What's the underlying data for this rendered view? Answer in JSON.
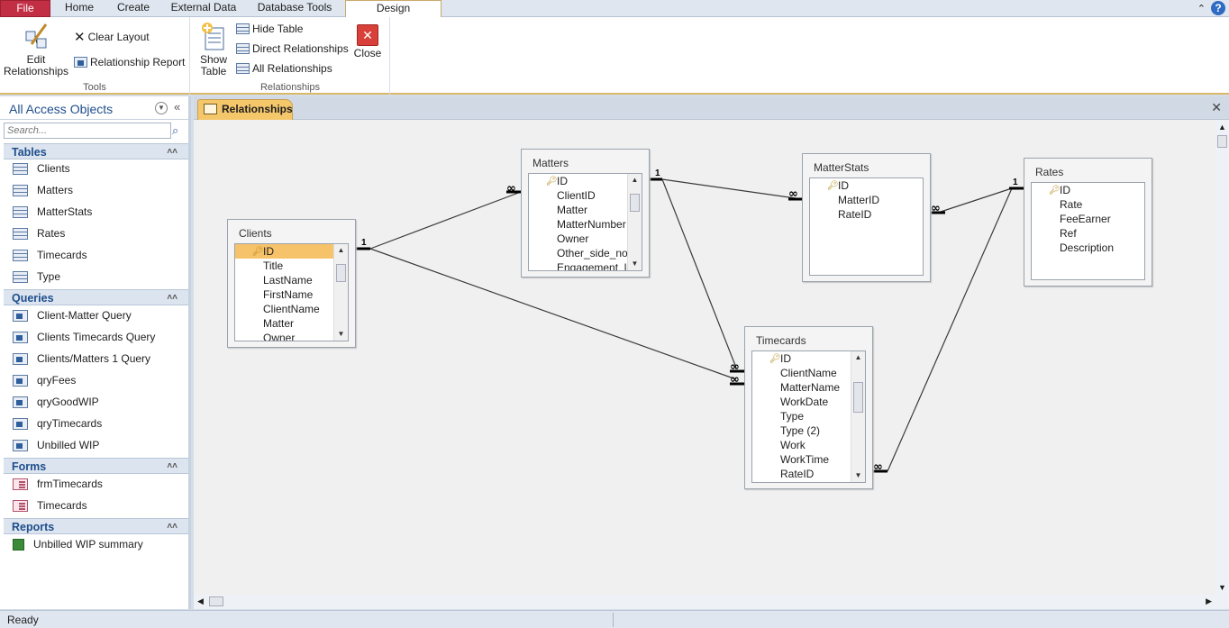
{
  "ribbon": {
    "tabs": [
      "File",
      "Home",
      "Create",
      "External Data",
      "Database Tools",
      "Design"
    ],
    "active_tab": "Design",
    "tools": {
      "edit_relationships": "Edit\nRelationships",
      "clear_layout": "Clear Layout",
      "relationship_report": "Relationship Report",
      "group_label": "Tools"
    },
    "relationships": {
      "show_table": "Show\nTable",
      "hide_table": "Hide Table",
      "direct_relationships": "Direct Relationships",
      "all_relationships": "All Relationships",
      "close": "Close",
      "group_label": "Relationships"
    }
  },
  "nav": {
    "title": "All Access Objects",
    "search_placeholder": "Search...",
    "sections": [
      {
        "label": "Tables",
        "items": [
          "Clients",
          "Matters",
          "MatterStats",
          "Rates",
          "Timecards",
          "Type"
        ]
      },
      {
        "label": "Queries",
        "items": [
          "Client-Matter Query",
          "Clients Timecards Query",
          "Clients/Matters 1 Query",
          "qryFees",
          "qryGoodWIP",
          "qryTimecards",
          "Unbilled WIP"
        ]
      },
      {
        "label": "Forms",
        "items": [
          "frmTimecards",
          "Timecards"
        ]
      },
      {
        "label": "Reports",
        "items": [
          "Unbilled WIP summary"
        ]
      }
    ]
  },
  "document": {
    "tab_label": "Relationships",
    "tables": {
      "clients": {
        "title": "Clients",
        "fields": [
          "ID",
          "Title",
          "LastName",
          "FirstName",
          "ClientName",
          "Matter",
          "Owner"
        ]
      },
      "matters": {
        "title": "Matters",
        "fields": [
          "ID",
          "ClientID",
          "Matter",
          "MatterNumber",
          "Owner",
          "Other_side_not",
          "Engagement_le"
        ]
      },
      "matterstats": {
        "title": "MatterStats",
        "fields": [
          "ID",
          "MatterID",
          "RateID"
        ]
      },
      "rates": {
        "title": "Rates",
        "fields": [
          "ID",
          "Rate",
          "FeeEarner",
          "Ref",
          "Description"
        ]
      },
      "timecards": {
        "title": "Timecards",
        "fields": [
          "ID",
          "ClientName",
          "MatterName",
          "WorkDate",
          "Type",
          "Type (2)",
          "Work",
          "WorkTime",
          "RateID"
        ]
      }
    },
    "join_labels": {
      "one": "1",
      "many": "∞"
    }
  },
  "status": {
    "text": "Ready"
  }
}
